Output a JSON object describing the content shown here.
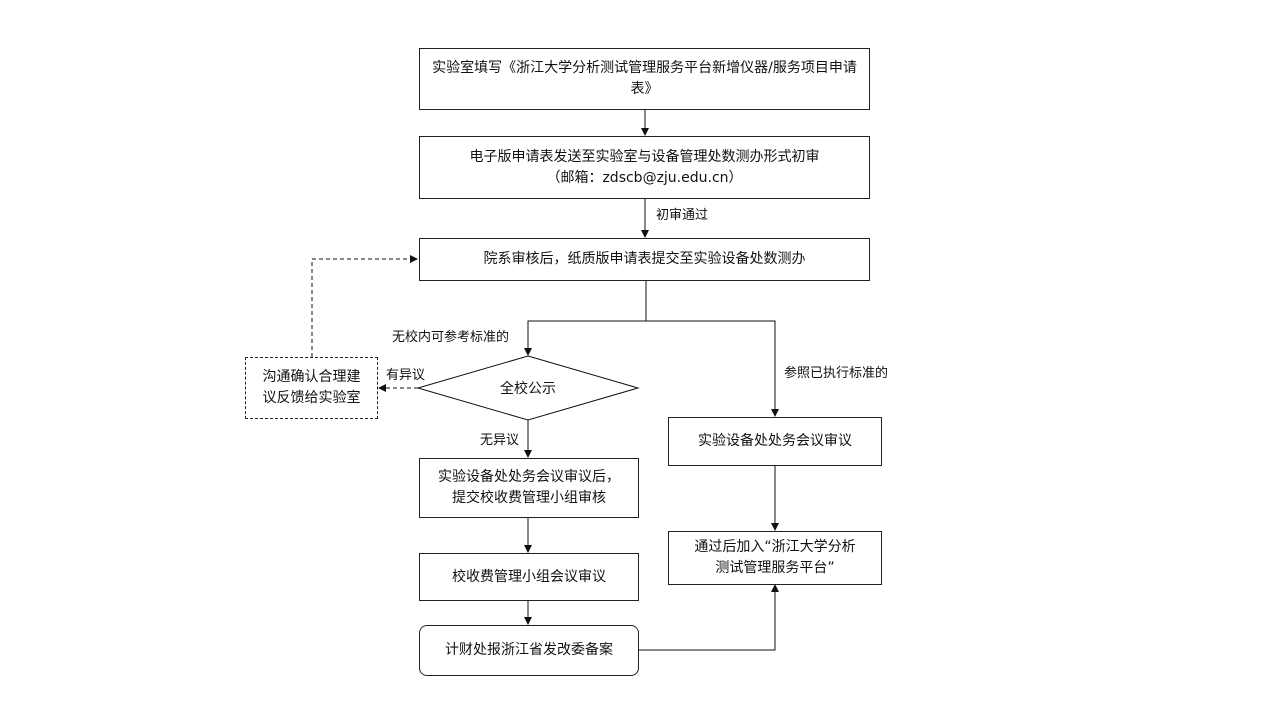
{
  "nodes": {
    "n1": "实验室填写《浙江大学分析测试管理服务平台新增仪器/服务项目申请表》",
    "n2_line1": "电子版申请表发送至实验室与设备管理处数测办形式初审",
    "n2_line2": "（邮箱：zdscb@zju.edu.cn）",
    "n3": "院系审核后，纸质版申请表提交至实验设备处数测办",
    "feedback_line1": "沟通确认合理建",
    "feedback_line2": "议反馈给实验室",
    "decision": "全校公示",
    "n4_line1": "实验设备处处务会议审议后，",
    "n4_line2": "提交校收费管理小组审核",
    "n5": "校收费管理小组会议审议",
    "n6": "计财处报浙江省发改委备案",
    "r1": "实验设备处处务会议审议",
    "r2_line1": "通过后加入“浙江大学分析",
    "r2_line2": "测试管理服务平台”"
  },
  "edge_labels": {
    "initial_pass": "初审通过",
    "no_school_standard": "无校内可参考标准的",
    "has_objection": "有异议",
    "no_objection": "无异议",
    "existing_standard": "参照已执行标准的"
  }
}
